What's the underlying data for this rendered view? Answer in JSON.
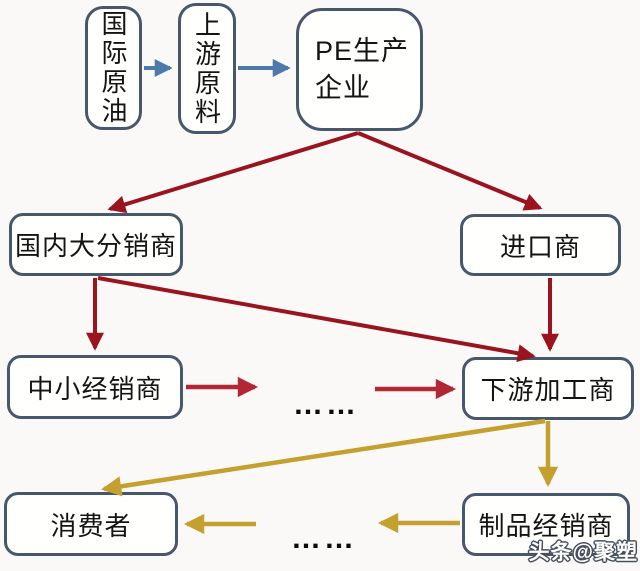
{
  "diagram": {
    "description": "PE supply chain flowchart",
    "nodes": [
      {
        "id": "intl-crude-oil",
        "label": "国际原油"
      },
      {
        "id": "upstream-material",
        "label": "上游原料"
      },
      {
        "id": "pe-producer",
        "label": "PE生产企业",
        "lines": [
          "PE生产",
          "企业"
        ]
      },
      {
        "id": "domestic-distributor",
        "label": "国内大分销商"
      },
      {
        "id": "importer",
        "label": "进口商"
      },
      {
        "id": "sme-dealer",
        "label": "中小经销商"
      },
      {
        "id": "downstream-processor",
        "label": "下游加工商"
      },
      {
        "id": "consumer",
        "label": "消费者"
      },
      {
        "id": "product-dealer",
        "label": "制品经销商"
      }
    ],
    "ellipsis_mid": "……",
    "ellipsis_bottom": "……",
    "watermark": {
      "text": "头条@聚塑"
    },
    "colors": {
      "bg": "#faf9f7",
      "box-bg": "#fffffe",
      "box-border": "#47586d",
      "blue": "#4d79ab",
      "dark_red": "#9a1420",
      "red": "#b22734",
      "gold": "#c4a02f"
    }
  }
}
